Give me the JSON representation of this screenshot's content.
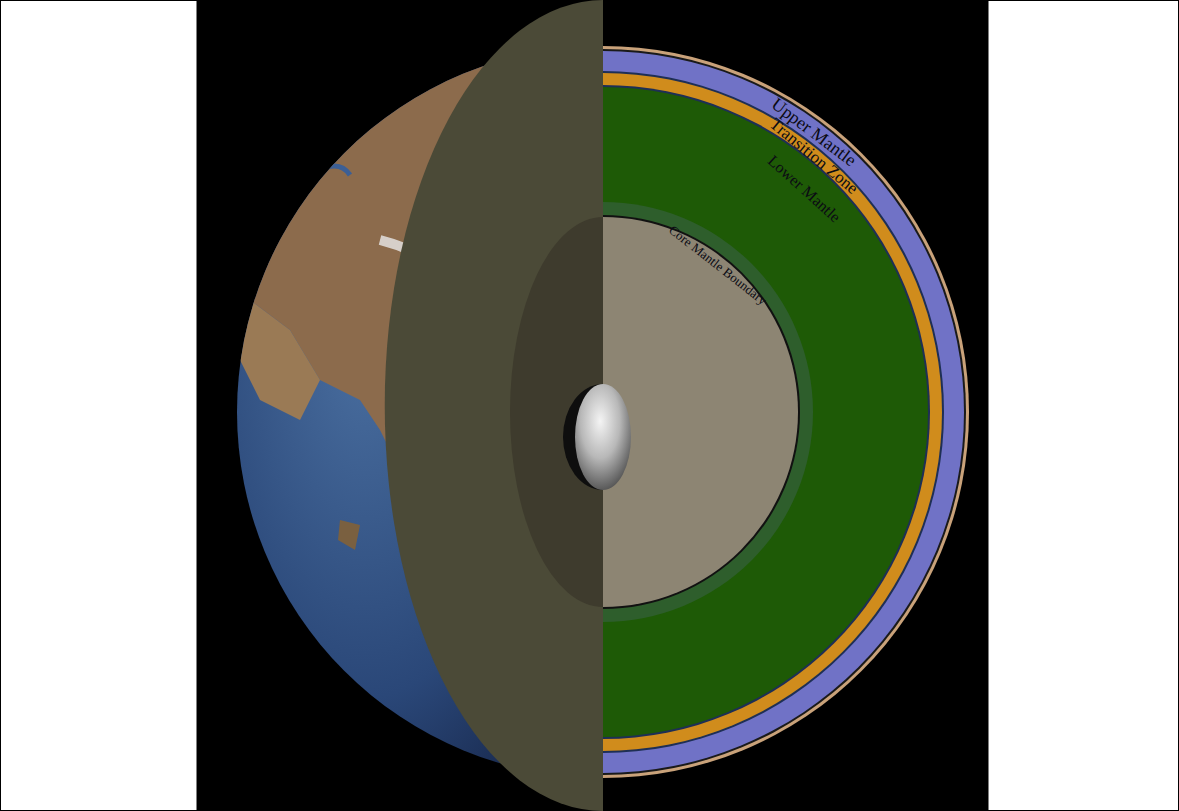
{
  "diagram": {
    "labels": [
      "Upper Mantle",
      "Transition Zone",
      "Lower Mantle",
      "Core Mantle Boundary"
    ]
  }
}
